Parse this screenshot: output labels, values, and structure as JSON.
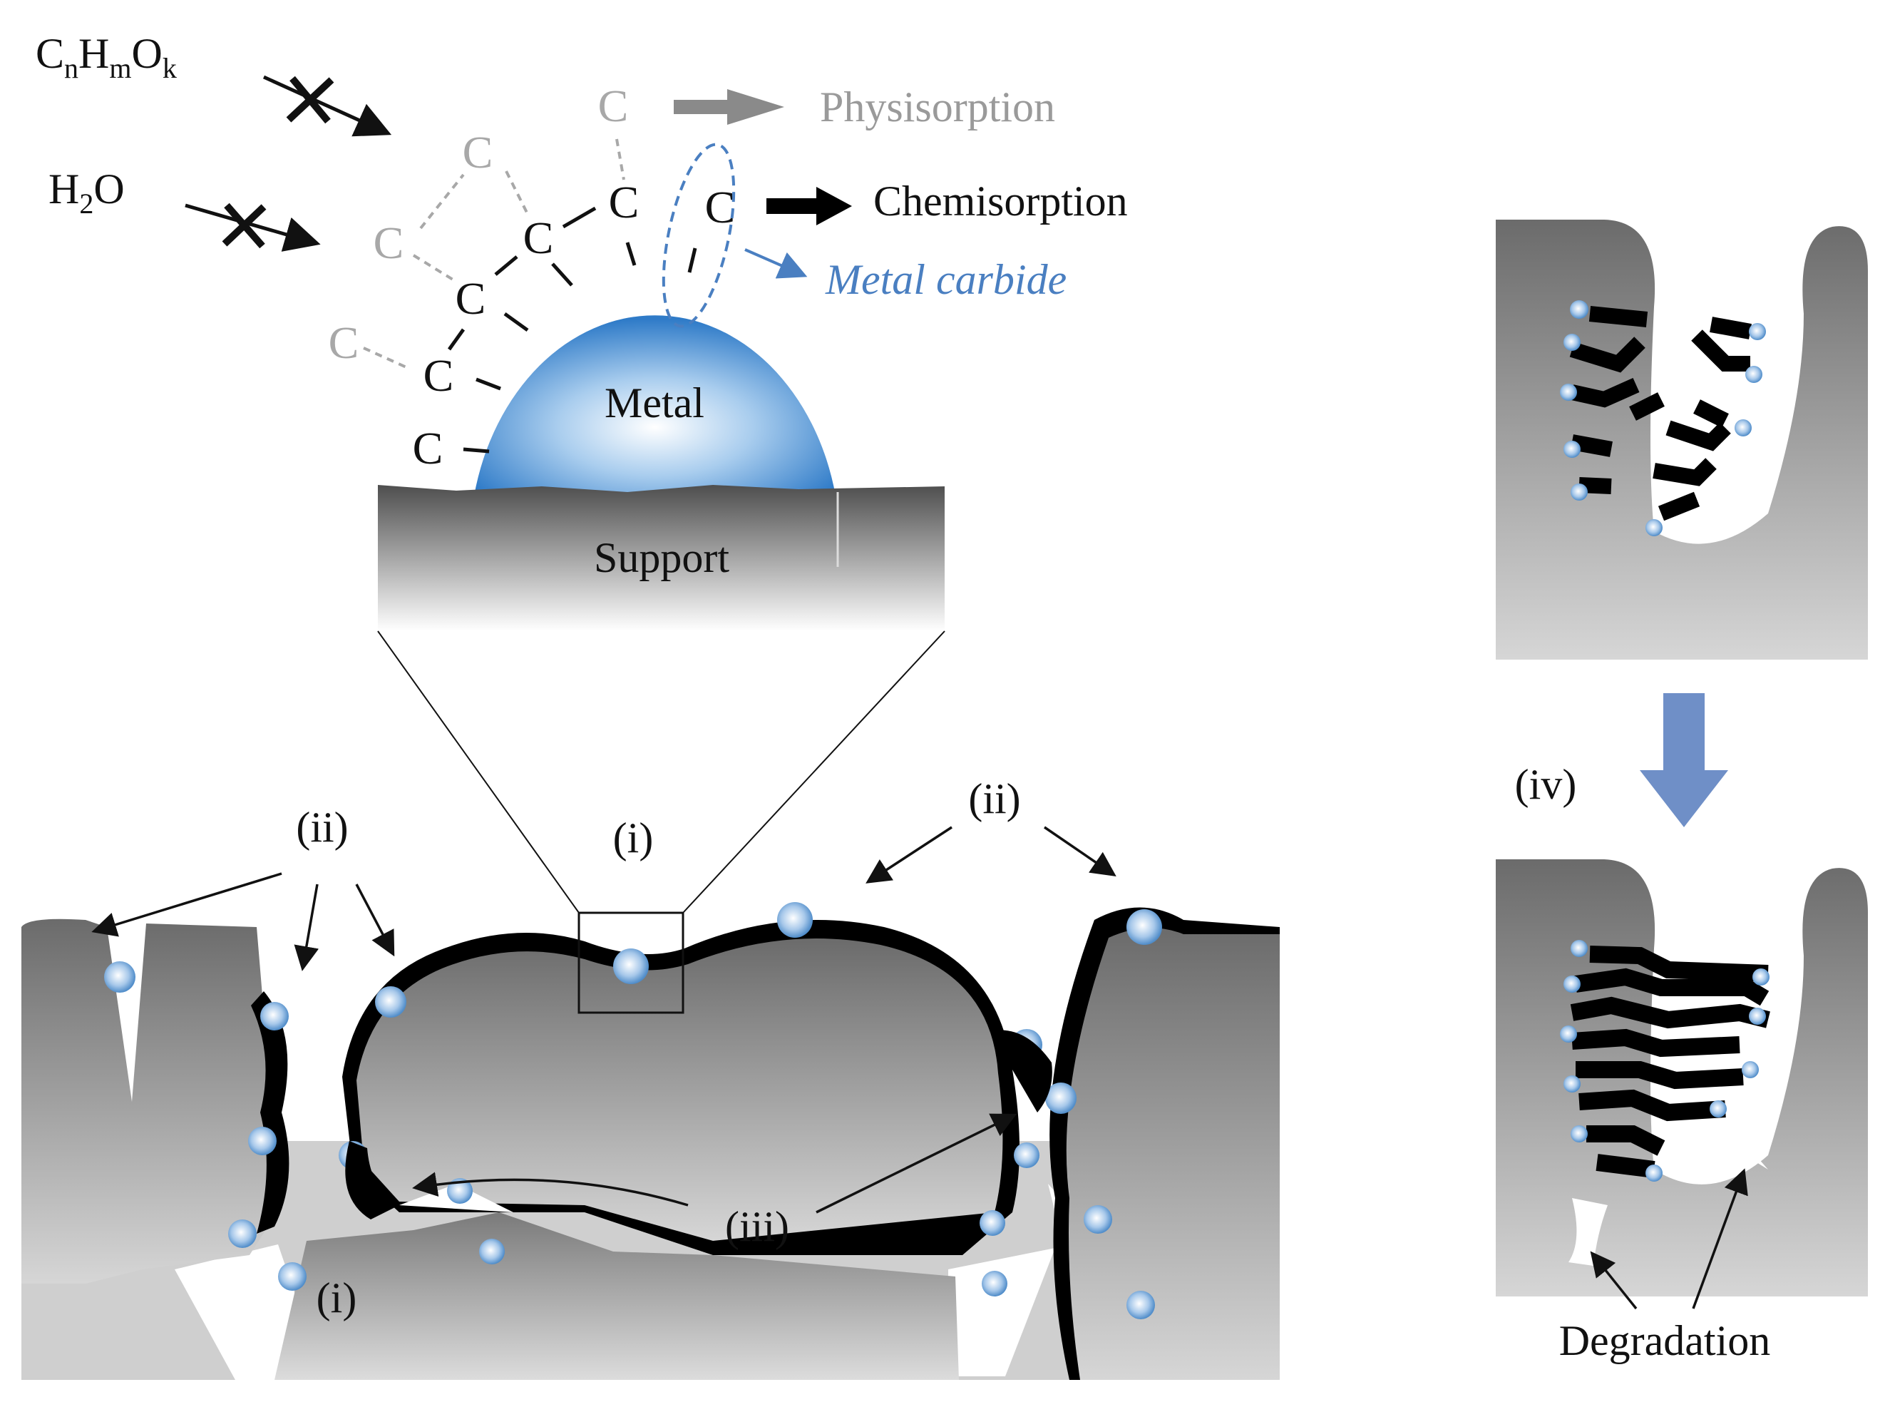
{
  "reactants": {
    "hydrocarbon": {
      "base": "C",
      "parts": [
        [
          "C",
          "n"
        ],
        [
          "H",
          "m"
        ],
        [
          "O",
          "k"
        ]
      ]
    },
    "water": {
      "parts": [
        [
          "H",
          "2"
        ],
        [
          "O",
          ""
        ]
      ]
    }
  },
  "atom_symbol": "C",
  "labels": {
    "physisorption": "Physisorption",
    "chemisorption": "Chemisorption",
    "metal_carbide": "Metal carbide",
    "metal": "Metal",
    "support": "Support",
    "roman_i": "(i)",
    "roman_ii": "(ii)",
    "roman_iii": "(iii)",
    "roman_iv": "(iv)",
    "degradation": "Degradation"
  },
  "colors": {
    "physisorption": "#9a9a9a",
    "chemisorption": "#000000",
    "metal_carbide": "#4a7fc1",
    "metal_sphere": "#5b9bd5",
    "support_dark": "#5a5a5a",
    "support_light": "#d9d9d9",
    "coke": "#000000",
    "transition_arrow": "#6f8fc7"
  }
}
